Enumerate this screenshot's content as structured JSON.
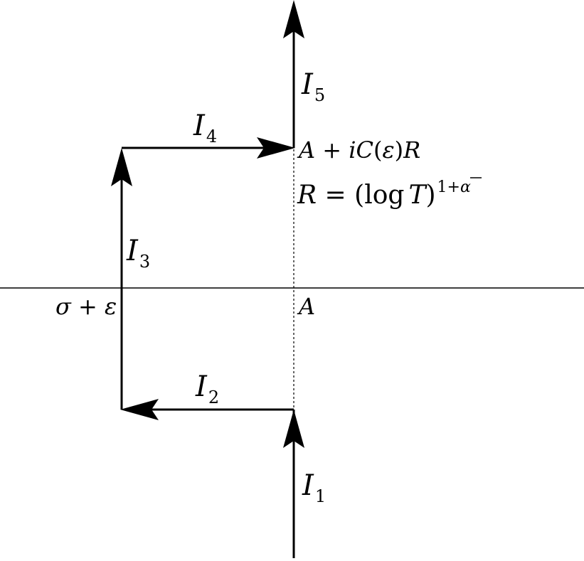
{
  "labels": {
    "I1": {
      "main": "I",
      "sub": "1"
    },
    "I2": {
      "main": "I",
      "sub": "2"
    },
    "I3": {
      "main": "I",
      "sub": "3"
    },
    "I4": {
      "main": "I",
      "sub": "4"
    },
    "I5": {
      "main": "I",
      "sub": "5"
    }
  },
  "point_A": "A",
  "point_sigma_eps": "σ + ε",
  "corner_label": {
    "A": "A",
    "plus": " + ",
    "i": "i",
    "C": "C",
    "lpar": "(",
    "eps": "ε",
    "rpar": ")",
    "R": "R"
  },
  "r_definition": {
    "R": "R",
    "eq": " = ",
    "lpar": "(",
    "log": "log",
    "T": "T",
    "rpar": ")",
    "exp_one": "1",
    "exp_plus": "+",
    "exp_alpha": "α"
  }
}
